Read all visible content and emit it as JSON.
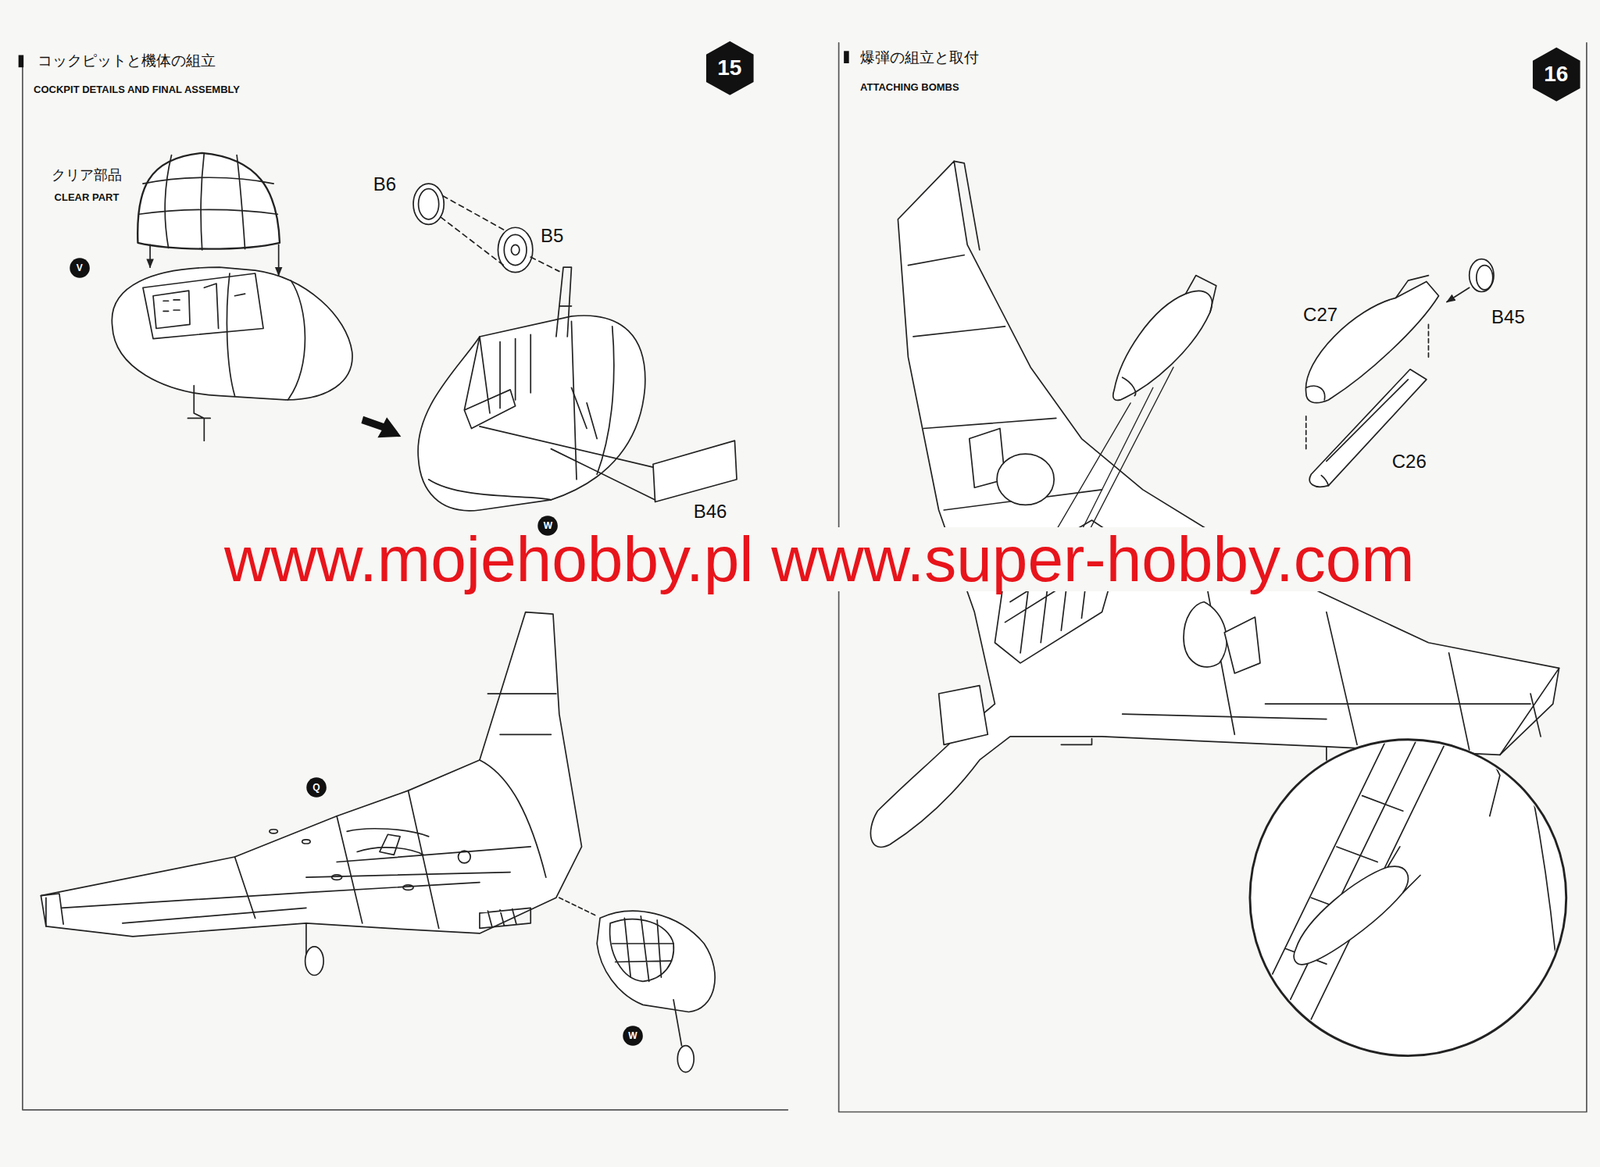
{
  "diagram": {
    "nodes": [
      {
        "text": [
          "15"
        ]
      },
      {
        "text": [
          "16"
        ]
      },
      {
        "text": [
          "V"
        ]
      },
      {
        "text": [
          "W"
        ]
      },
      {
        "text": [
          "Q"
        ]
      },
      {
        "text": [
          "W"
        ]
      }
    ],
    "labels": [
      "コックピットと機体の組立",
      "COCKPIT DETAILS AND FINAL ASSEMBLY",
      "クリア部品",
      "CLEAR PART",
      "B6",
      "B5",
      "B46",
      "www.mojehobby.pl www.super-hobby.com",
      "爆弾の組立と取付",
      "ATTACHING BOMBS",
      "C27",
      "B45",
      "C26"
    ]
  }
}
